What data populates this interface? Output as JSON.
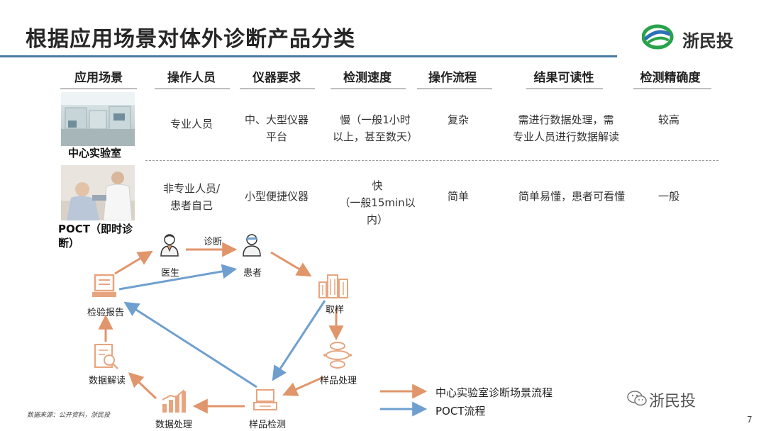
{
  "title": "根据应用场景对体外诊断产品分类",
  "logo": {
    "name": "浙民投",
    "icon": "brand-swirl-icon",
    "color_green": "#27a34a",
    "color_blue": "#2a72b8"
  },
  "table": {
    "headers": [
      "应用场景",
      "操作人员",
      "仪器要求",
      "检测速度",
      "操作流程",
      "结果可读性",
      "检测精确度"
    ],
    "rows": [
      {
        "label": "中心实验室",
        "photo": "laboratory-photo",
        "cells": [
          [
            "专业人员"
          ],
          [
            "中、大型仪器",
            "平台"
          ],
          [
            "慢（一般1小时",
            "以上，甚至数天）"
          ],
          [
            "复杂"
          ],
          [
            "需进行数据处理，需",
            "专业人员进行数据解读"
          ],
          [
            "较高"
          ]
        ]
      },
      {
        "label_lines": [
          "POCT（即时诊",
          "断）"
        ],
        "photo": "doctor-patient-photo",
        "cells": [
          [
            "非专业人员/",
            "患者自己"
          ],
          [
            "小型便捷仪器"
          ],
          [
            "快",
            "（一般15min以",
            "内）"
          ],
          [
            "简单"
          ],
          [
            "简单易懂，患者可看懂"
          ],
          [
            "一般"
          ]
        ]
      }
    ]
  },
  "flow": {
    "nodes": {
      "doctor": "医生",
      "patient": "患者",
      "sampling": "取样",
      "sample_processing": "样品处理",
      "sample_testing": "样品检测",
      "data_processing": "数据处理",
      "data_interpretation": "数据解读",
      "report": "检验报告"
    },
    "edge_label": "诊断",
    "colors": {
      "lab": "#e0956a",
      "poct": "#6f9fcf",
      "icon": "#e7a57f"
    }
  },
  "legend": [
    {
      "label": "中心实验室诊断场景流程",
      "color": "#e0956a"
    },
    {
      "label": "POCT流程",
      "color": "#6f9fcf"
    }
  ],
  "source": "数据来源：公开资料，浙民投",
  "watermark": "浙民投",
  "page_number": "7"
}
